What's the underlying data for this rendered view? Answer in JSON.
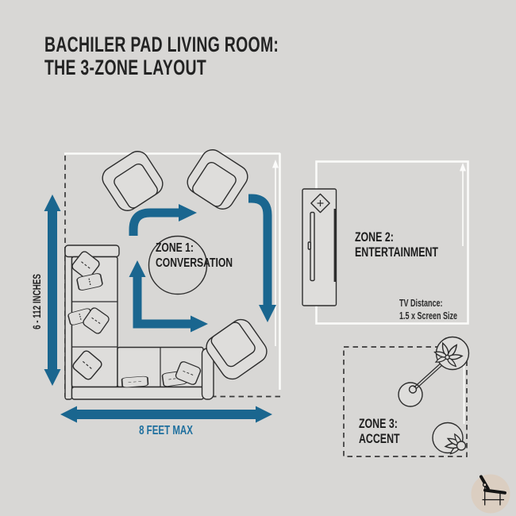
{
  "title": {
    "line1": "BACHILER PAD LIVING ROOM:",
    "line2": "THE 3-ZONE LAYOUT"
  },
  "zones": {
    "zone1": {
      "name_line1": "ZONE 1:",
      "name_line2": "CONVERSATION"
    },
    "zone2": {
      "name_line1": "ZONE 2:",
      "name_line2": "ENTERTAINMENT",
      "tv_note_line1": "TV Distance:",
      "tv_note_line2": "1.5 x Screen Size"
    },
    "zone3": {
      "name_line1": "ZONE 3:",
      "name_line2": "ACCENT"
    }
  },
  "dimensions": {
    "vertical_label": "6 - 112 INCHES",
    "horizontal_label": "8 FEET MAX"
  },
  "colors": {
    "background": "#d8d7d5",
    "accent-blue": "#1a668f",
    "accent-blue-text": "#1e6f9e",
    "ink": "#232323",
    "line-dark": "#2d2d2d",
    "boundary-white": "#fbfbfa",
    "furniture-fill": "#dedddb",
    "logo-bg": "#dbcec1",
    "logo-ink": "#151515"
  },
  "icons": {
    "sectional-sofa-icon": "L-shaped sectional sofa, top view line drawing with throw pillows",
    "armchair-icon": "armchair top view line drawing (3 around conversation circle)",
    "flow-arrow-icon": "blue curved circulation arrows looping around Zone 1",
    "dimension-arrow-icon": "blue double-headed measurement arrow",
    "guide-arrow-icon": "thin white wall-measure arrow",
    "tv-console-icon": "media console with TV, top view line drawing",
    "arc-lamp-icon": "arc floor lamp top view: round base, rod to shade",
    "plant-icon": "potted plant top view with radiating leaves",
    "lounge-chair-logo-icon": "black side-view lounge chair inside beige circle"
  }
}
